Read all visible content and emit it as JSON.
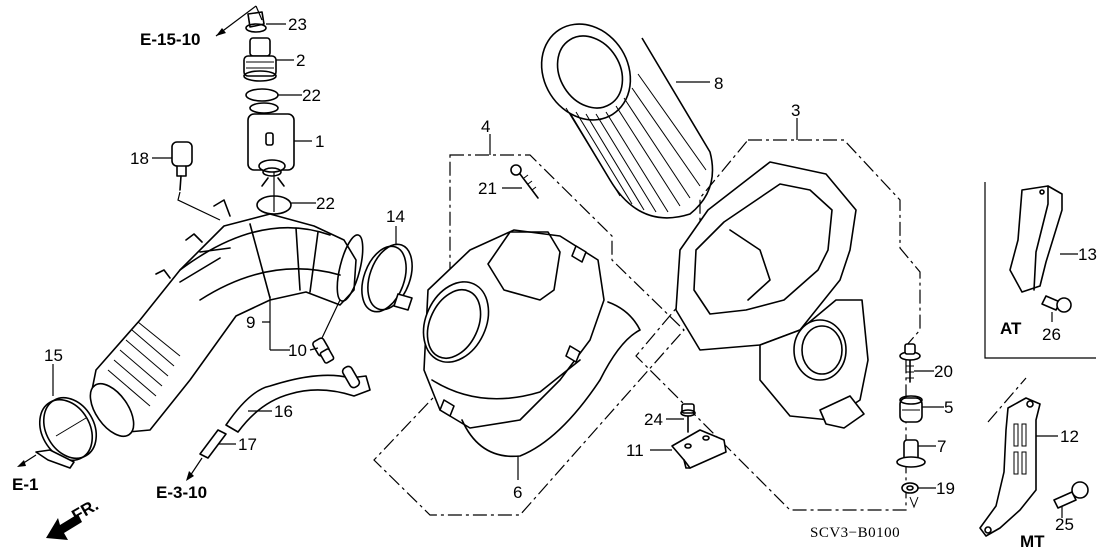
{
  "diagram": {
    "title": "Air Cleaner parts diagram",
    "code": "SCV3−B0100",
    "front_indicator": "FR.",
    "references": {
      "e15": "E-15-10",
      "e1": "E-1",
      "e3": "E-3-10"
    },
    "variants": {
      "at": "AT",
      "mt": "MT"
    },
    "callouts": {
      "p1": "1",
      "p2": "2",
      "p3": "3",
      "p4": "4",
      "p5": "5",
      "p6": "6",
      "p7": "7",
      "p8": "8",
      "p9": "9",
      "p10": "10",
      "p11": "11",
      "p12": "12",
      "p13": "13",
      "p14": "14",
      "p15": "15",
      "p16": "16",
      "p17": "17",
      "p18": "18",
      "p19": "19",
      "p20": "20",
      "p21": "21",
      "p22a": "22",
      "p22b": "22",
      "p23": "23",
      "p24": "24",
      "p25": "25",
      "p26": "26"
    }
  }
}
